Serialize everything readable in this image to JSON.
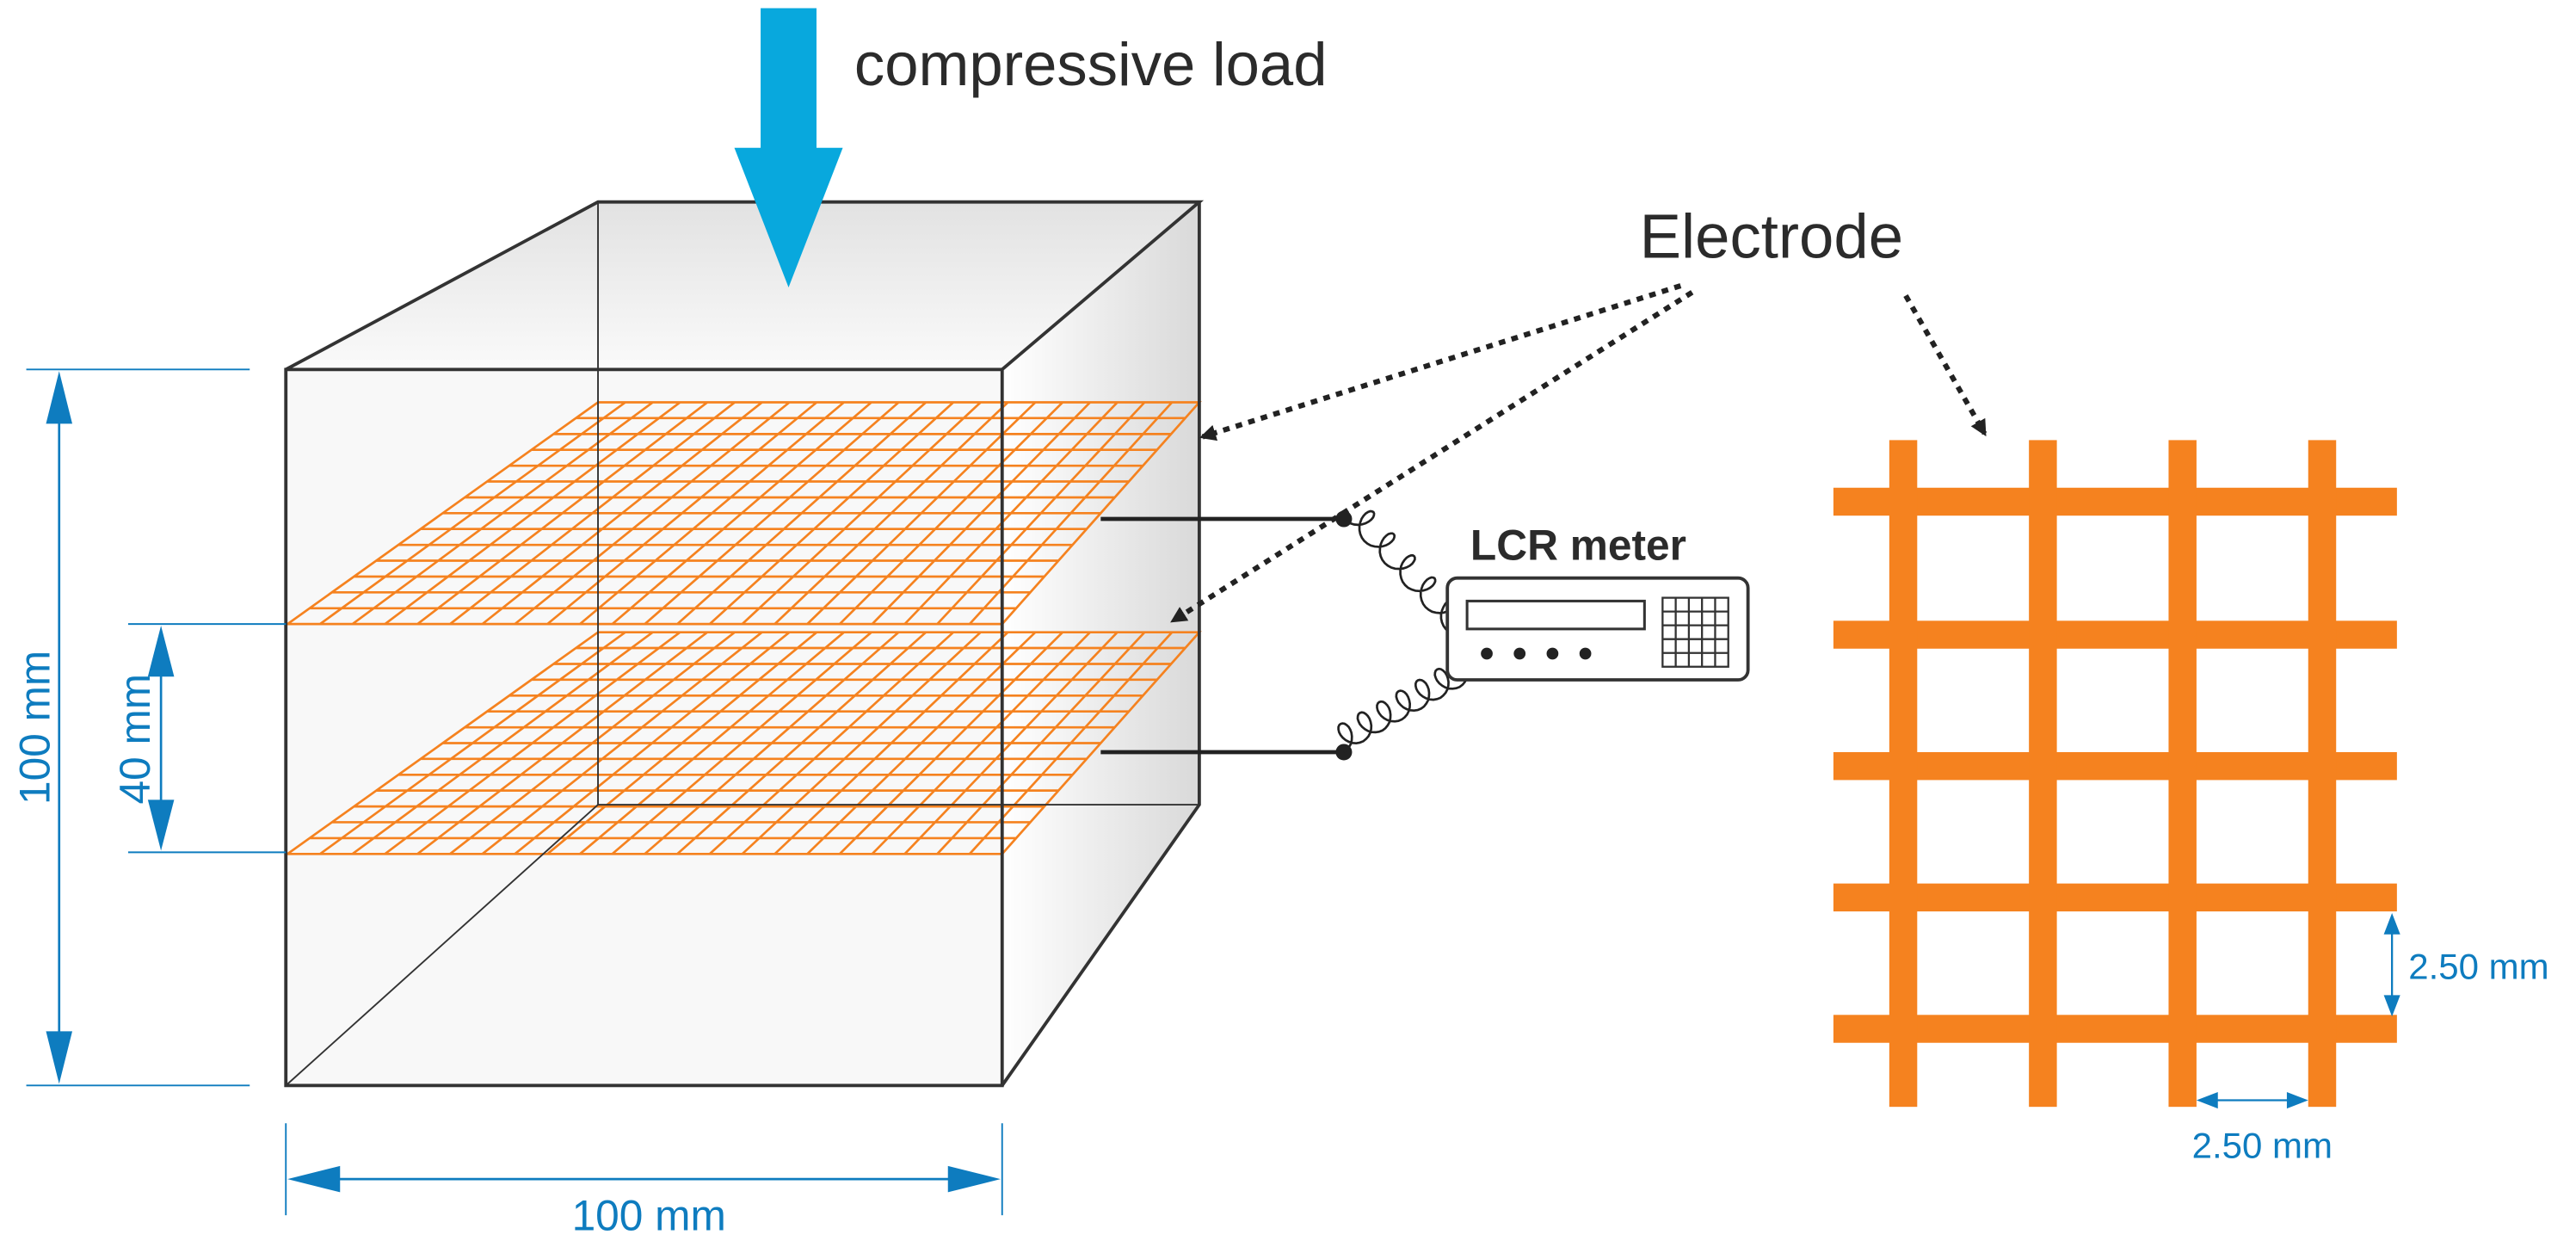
{
  "labels": {
    "load": "compressive load",
    "electrode": "Electrode",
    "meter": "LCR meter",
    "height": "100 mm",
    "width": "100 mm",
    "spacing": "40 mm",
    "mesh_vertical": "2.50 mm",
    "mesh_horizontal": "2.50 mm"
  },
  "colors": {
    "electrode": "#f5821f",
    "dimension": "#0e7cbf",
    "load_arrow": "#08a8dd",
    "outline": "#333333",
    "face_fill": "#f1f1f1"
  }
}
